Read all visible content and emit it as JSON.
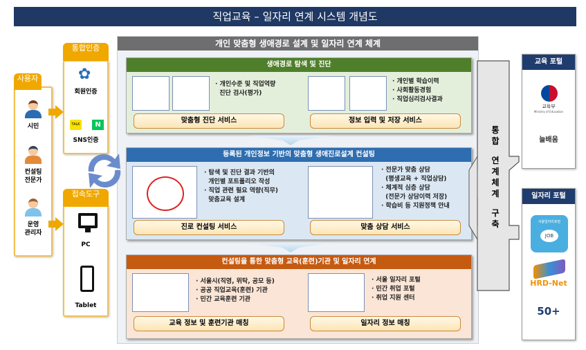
{
  "title": "직업교육 – 일자리 연계 시스템 개념도",
  "users": {
    "header": "사용자",
    "items": [
      "시민",
      "컨설팅 전문가",
      "운영 관리자"
    ]
  },
  "auth": {
    "header": "통합인증",
    "member": "회원인증",
    "sns": "SNS인증",
    "sns_logos": [
      "TALK",
      "N"
    ]
  },
  "access": {
    "header": "접속도구",
    "items": [
      "PC",
      "Tablet"
    ]
  },
  "main": {
    "header": "개인 맞춤형 생애경로 설계 및 일자리 연계 체계",
    "sections": [
      {
        "header": "생애경로 탐색 및 진단",
        "color": "#4f7f2a",
        "left": {
          "bullets": [
            "· 개인수준 및 직업역량",
            "  진단 검사(평가)"
          ],
          "service": "맞춤형 진단 서비스"
        },
        "right": {
          "bullets": [
            "· 개인별 학습이력",
            "· 사회활동경험",
            "· 직업심리검사결과"
          ],
          "service": "정보 입력 및 저장 서비스"
        }
      },
      {
        "header": "등록된 개인정보 기반의 맞춤형 생애진로설계 컨설팅",
        "color": "#2e6db0",
        "left": {
          "bullets": [
            "· 탐색 및 진단 결과 기반의",
            "  개인별 포트폴리오 작성",
            "· 직업 관련 필요 역량(직무)",
            "  맞춤교육 설계"
          ],
          "service": "진로 컨설팅 서비스"
        },
        "right": {
          "bullets": [
            "· 전문가 맞춤 상담",
            "  (평생교육 + 직업상담)",
            "· 체계적 심층 상담",
            "  (전문가 상담이력 저장)",
            "· 학습비 등 지원정책 안내"
          ],
          "service": "맞춤 상담 서비스"
        }
      },
      {
        "header": "컨설팅을 통한 맞춤형 교육(훈련)기관 및 일자리 연계",
        "color": "#c55a11",
        "left": {
          "bullets": [
            "· 서울시(직영, 위탁, 공모 등)",
            "· 공공 직업교육(훈련) 기관",
            "· 민간 교육훈련 기관"
          ],
          "service": "교육 정보 및 훈련기관 매칭"
        },
        "right": {
          "bullets": [
            "· 서울 일자리 포털",
            "· 민간 취업 포털",
            "· 취업 지원 센터"
          ],
          "service": "일자리 정보 매칭"
        }
      }
    ]
  },
  "integration": {
    "lines": [
      "통",
      "합",
      "",
      "연",
      "계",
      "체",
      "계",
      "",
      "구",
      "축"
    ]
  },
  "edu_portal": {
    "header": "교육 포털",
    "logos": [
      "교육부",
      "Ministry of Education",
      "늘배움"
    ]
  },
  "job_portal": {
    "header": "일자리 포털",
    "logos": [
      "서울일자리포털",
      "JOB",
      "HRD-Net",
      "50+"
    ]
  }
}
